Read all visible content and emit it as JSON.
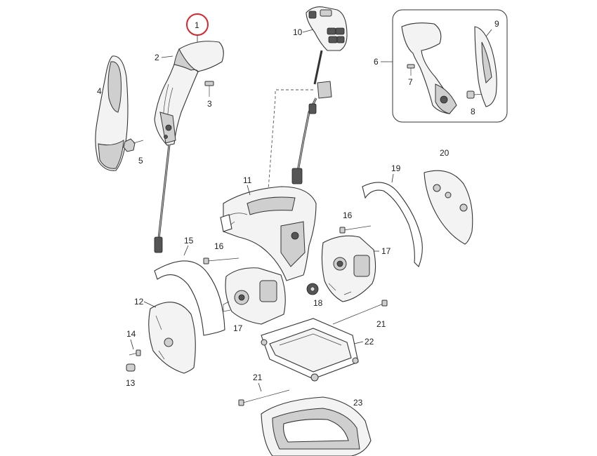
{
  "labels": {
    "1": "1",
    "2": "2",
    "3": "3",
    "4": "4",
    "5": "5",
    "6": "6",
    "7": "7",
    "8": "8",
    "9": "9",
    "10": "10",
    "11": "11",
    "12": "12",
    "13": "13",
    "14": "14",
    "15": "15",
    "16a": "16",
    "16b": "16",
    "17a": "17",
    "17b": "17",
    "18": "18",
    "19": "19",
    "20": "20",
    "21a": "21",
    "21b": "21",
    "22": "22",
    "23": "23"
  },
  "highlight": {
    "part": "1",
    "color": "#d9262c"
  }
}
